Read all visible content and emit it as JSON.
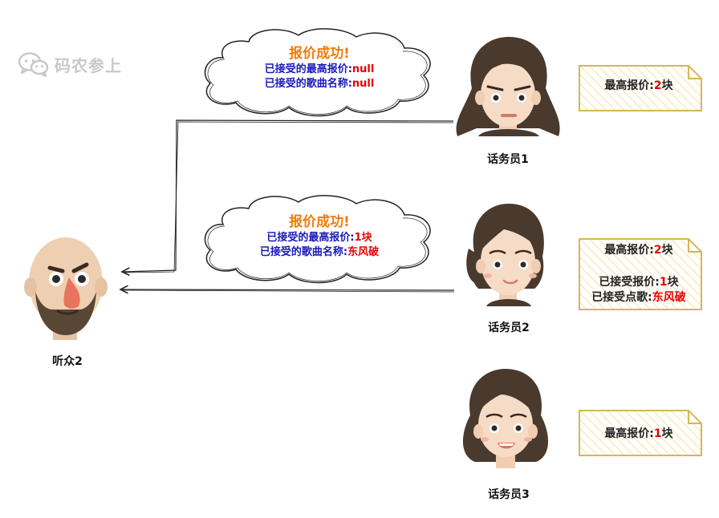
{
  "watermark": {
    "text": "码农参上"
  },
  "clouds": [
    {
      "title": "报价成功!",
      "line1_prefix": "已接受的最高报价:",
      "line1_value": "null",
      "line2_prefix": "已接受的歌曲名称:",
      "line2_value": "null"
    },
    {
      "title": "报价成功!",
      "line1_prefix": "已接受的最高报价:",
      "line1_value": "1块",
      "line2_prefix": "已接受的歌曲名称:",
      "line2_value": "东风破"
    }
  ],
  "notes": [
    {
      "price_label": "最高报价:",
      "price_value": "2",
      "price_unit": "块"
    },
    {
      "price_label": "最高报价:",
      "price_value": "2",
      "price_unit": "块",
      "accepted_label": "已接受报价:",
      "accepted_value": "1",
      "accepted_unit": "块",
      "song_label": "已接受点歌:",
      "song_value": "东风破"
    },
    {
      "price_label": "最高报价:",
      "price_value": "1",
      "price_unit": "块"
    }
  ],
  "people": {
    "listener": "听众2",
    "operator1": "话务员1",
    "operator2": "话务员2",
    "operator3": "话务员3"
  },
  "colors": {
    "accent_orange": "#f07c0c",
    "text_blue": "#1a1ab8",
    "value_red": "#e60000",
    "note_border": "#d6b656",
    "note_fill": "#fff2cc"
  }
}
